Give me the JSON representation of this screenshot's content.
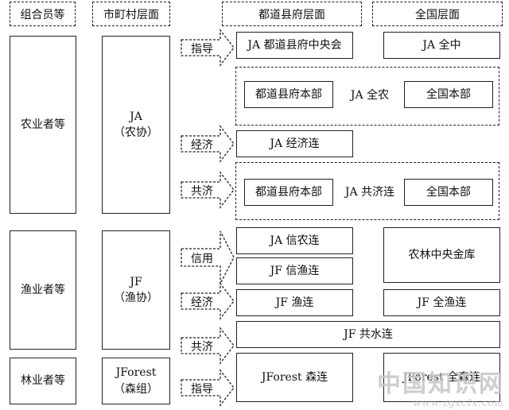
{
  "headers": {
    "members": "组合员等",
    "municipal": "市町村层面",
    "prefecture": "都道县府层面",
    "national": "全国层面"
  },
  "left_groups": {
    "farmers": "农业者等",
    "fishers": "渔业者等",
    "foresters": "林业者等"
  },
  "municipal": {
    "ja": "JA\n（农协）",
    "jf": "JF\n（渔协）",
    "jforest": "JForest\n（森组）"
  },
  "channels": {
    "guidance1": "指导",
    "economy1": "经济",
    "mutual1": "共济",
    "credit": "信用",
    "economy2": "经济",
    "mutual2": "共济",
    "guidance2": "指导"
  },
  "prefecture_boxes": {
    "ja_central": "JA 都道县府中央会",
    "zennoh_pref": "都道县府本部",
    "ja_keizairen": "JA 经济连",
    "zenkyoren_pref": "都道县府本部",
    "ja_shinnoren": "JA 信农连",
    "jf_shingyoren": "JF 信渔连",
    "jf_gyoren": "JF 渔连",
    "jf_kyosuiren": "JF 共水连",
    "jforest_shinren": "JForest 森连"
  },
  "group_labels": {
    "zennoh": "JA 全农",
    "zenkyoren": "JA 共济连"
  },
  "national_boxes": {
    "ja_zenchu": "JA 全中",
    "zennoh_national": "全国本部",
    "zenkyoren_national": "全国本部",
    "norinchukin": "农林中央金库",
    "jf_zengyoren": "JF 全渔连",
    "jforest_zenmoriren": "JForest 全森连"
  },
  "watermark": {
    "text": "中国知识网",
    "url": "www.zgxcfx.com"
  }
}
